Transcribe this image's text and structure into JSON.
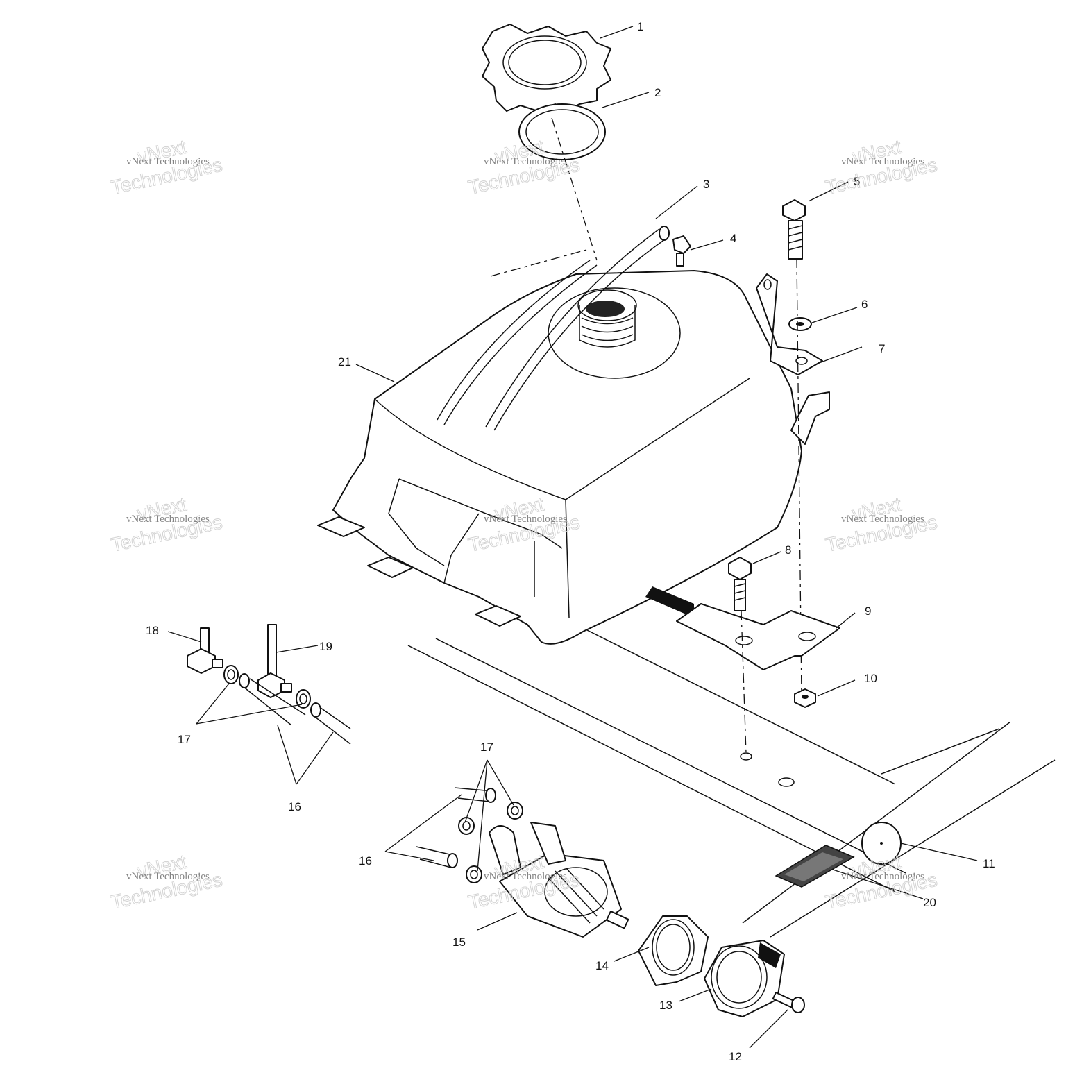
{
  "callouts": [
    "1",
    "2",
    "3",
    "4",
    "5",
    "6",
    "7",
    "8",
    "9",
    "10",
    "11",
    "12",
    "13",
    "14",
    "15",
    "16",
    "17",
    "18",
    "19",
    "20",
    "21"
  ],
  "callouts_repeat": {
    "sixteen_b": "16",
    "seventeen_b": "17"
  },
  "watermark": {
    "line1": "vNext",
    "line2": "vNext Technologies",
    "line3": "Technologies"
  }
}
